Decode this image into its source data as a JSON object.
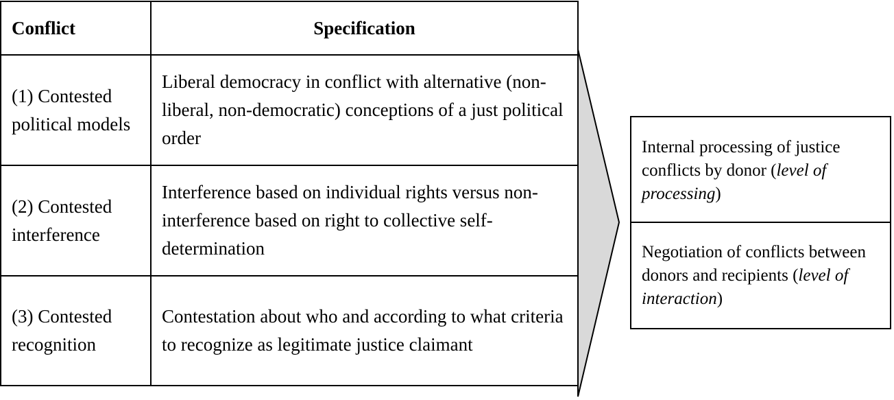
{
  "table": {
    "headers": {
      "conflict": "Conflict",
      "specification": "Specification"
    },
    "rows": [
      {
        "conflict": "(1) Contested political models",
        "specification": "Liberal democracy in conflict with alternative (non-liberal, non-democratic) conceptions of a just political order"
      },
      {
        "conflict": "(2) Contested interference",
        "specification": "Interference based on individual rights versus non-interference based on right to collective self-determination"
      },
      {
        "conflict": "(3) Contested recognition",
        "specification": "Contestation about who and according to what criteria to recognize as legitimate justice claimant"
      }
    ]
  },
  "levels": [
    {
      "text": "Internal processing of justice conflicts by donor (",
      "italic": "level of processing",
      "after": ")"
    },
    {
      "text": "Negotiation of conflicts between donors and recipients (",
      "italic": "level of interaction",
      "after": ")"
    }
  ],
  "colors": {
    "arrow_fill": "#d9d9d9",
    "lines": "#000000"
  }
}
